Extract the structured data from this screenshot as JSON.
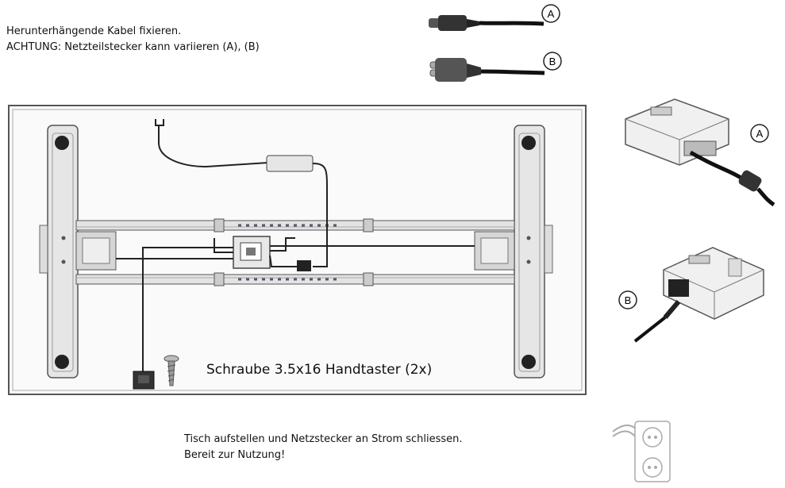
{
  "instructions": {
    "line1": "Herunterhängende Kabel fixieren.",
    "line2": "ACHTUNG: Netzteilstecker kann variieren (A), (B)"
  },
  "plug_labels": {
    "a": "A",
    "b": "B"
  },
  "screw_label": "Schraube 3.5x16 Handtaster (2x)",
  "control_box_labels": {
    "a": "A",
    "b": "B"
  },
  "final": {
    "line1": "Tisch aufstellen und Netzstecker an Strom schliessen.",
    "line2": "Bereit zur Nutzung!"
  }
}
